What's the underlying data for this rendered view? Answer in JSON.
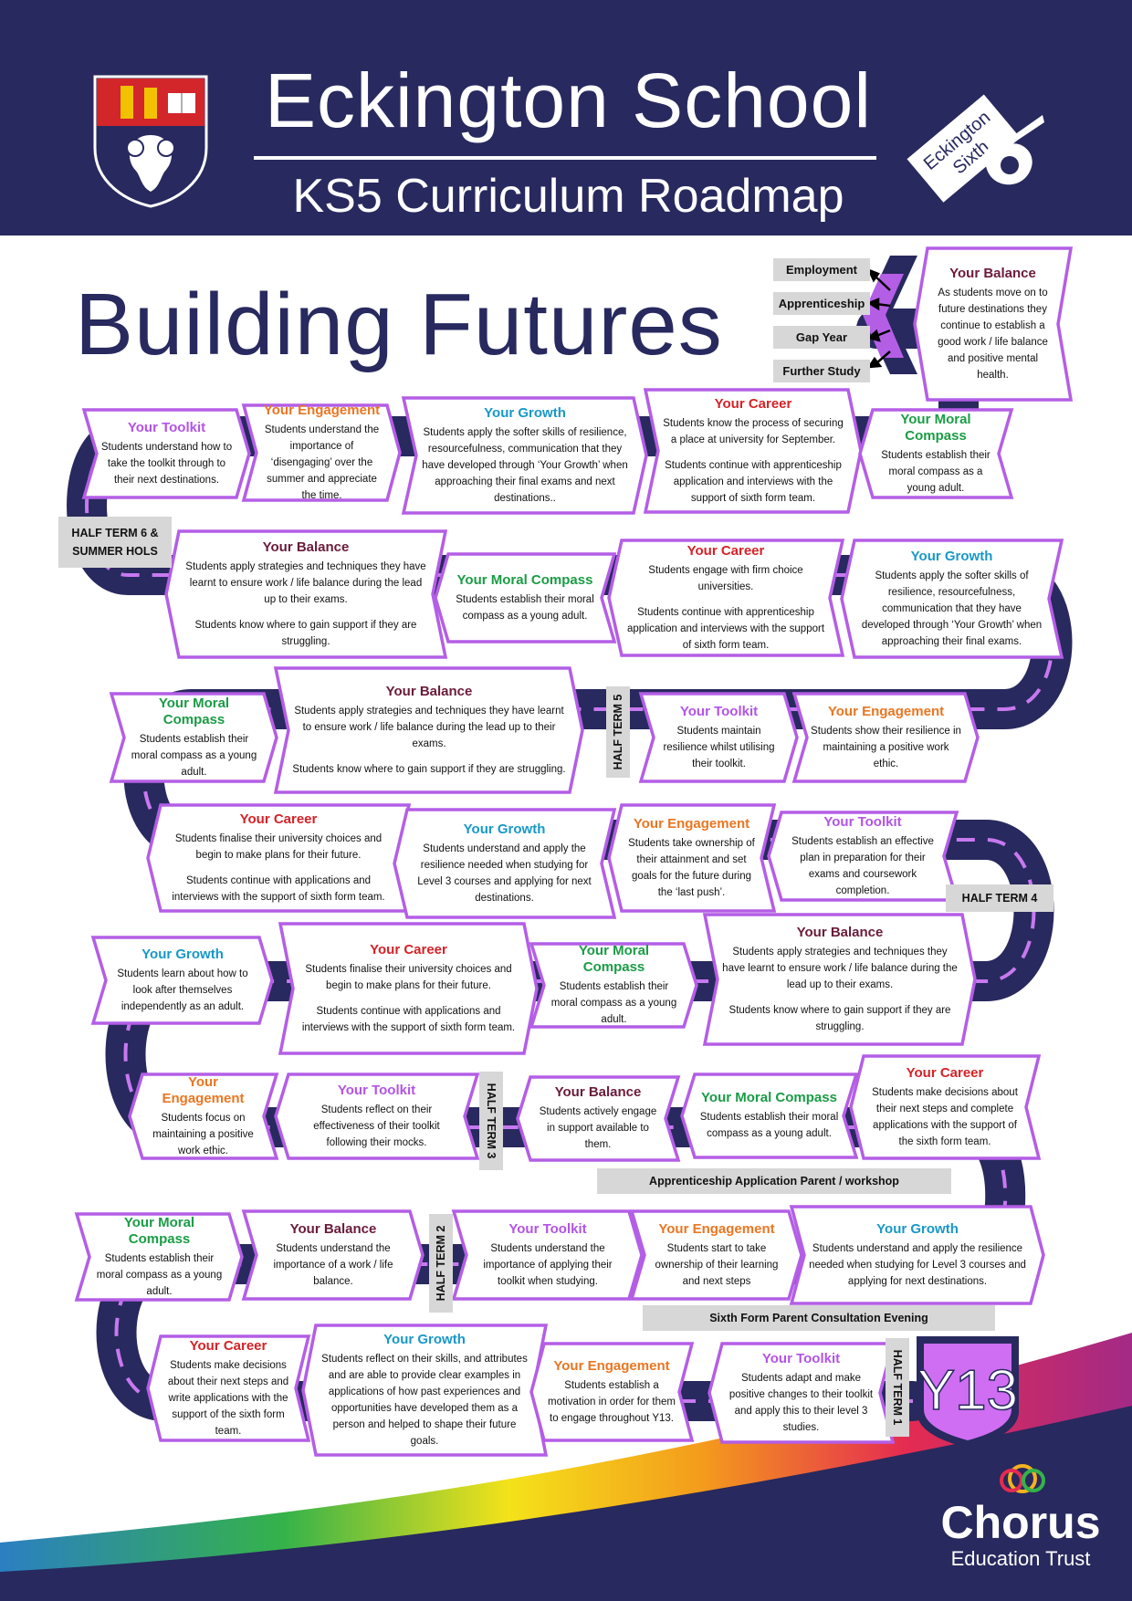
{
  "header": {
    "school_name": "Eckington School",
    "roadmap_title": "KS5 Curriculum Roadmap",
    "sixth_form_logo_text_1": "Eckington",
    "sixth_form_logo_text_2": "Sixth"
  },
  "main_title": "Building Futures",
  "destinations": [
    "Employment",
    "Apprenticeship",
    "Gap Year",
    "Further Study"
  ],
  "stages": [
    {
      "category": "balance",
      "title": "Your Balance",
      "desc": [
        "As students move on to future destinations they continue to establish a good work / life balance and positive mental health."
      ]
    },
    {
      "category": "toolkit",
      "title": "Your Toolkit",
      "desc": [
        "Students understand how to take the toolkit through to their next destinations."
      ]
    },
    {
      "category": "engagement",
      "title": "Your Engagement",
      "desc": [
        "Students understand the importance of ‘disengaging’ over the summer and appreciate the time."
      ]
    },
    {
      "category": "growth",
      "title": "Your Growth",
      "desc": [
        "Students apply the softer skills of resilience, resourcefulness, communication that they have developed through ‘Your Growth’ when approaching their final exams and next destinations.."
      ]
    },
    {
      "category": "career",
      "title": "Your Career",
      "desc": [
        "Students know the process of securing a place at university for September.",
        "Students continue with apprenticeship application and interviews with the support of sixth form team."
      ]
    },
    {
      "category": "moral",
      "title": "Your Moral Compass",
      "desc": [
        "Students establish their moral compass as a young adult."
      ]
    },
    {
      "category": "balance",
      "title": "Your Balance",
      "desc": [
        "Students apply strategies and techniques they have learnt to ensure work / life balance during the lead up to their exams.",
        "Students know where to gain support if they are struggling."
      ]
    },
    {
      "category": "moral",
      "title": "Your Moral Compass",
      "desc": [
        "Students establish their moral compass as a young adult."
      ]
    },
    {
      "category": "career",
      "title": "Your Career",
      "desc": [
        "Students engage with firm choice universities.",
        "Students continue with apprenticeship application and interviews with the support of sixth form team."
      ]
    },
    {
      "category": "growth",
      "title": "Your Growth",
      "desc": [
        "Students apply the softer skills of resilience, resourcefulness, communication that they have developed through ‘Your Growth’ when approaching their final exams."
      ]
    },
    {
      "category": "moral",
      "title": "Your Moral Compass",
      "desc": [
        "Students establish their moral compass as a young adult."
      ]
    },
    {
      "category": "balance",
      "title": "Your Balance",
      "desc": [
        "Students apply strategies and techniques they have learnt to ensure work / life balance during the lead up to their exams.",
        "Students know where to gain support if they are struggling."
      ]
    },
    {
      "category": "toolkit",
      "title": "Your Toolkit",
      "desc": [
        "Students maintain resilience whilst utilising their toolkit."
      ]
    },
    {
      "category": "engagement",
      "title": "Your Engagement",
      "desc": [
        "Students show their resilience in maintaining a positive work ethic."
      ]
    },
    {
      "category": "career",
      "title": "Your Career",
      "desc": [
        "Students finalise their university choices and begin to make plans for their future.",
        "Students continue with applications and interviews with the support of sixth form team."
      ]
    },
    {
      "category": "growth",
      "title": "Your Growth",
      "desc": [
        "Students understand and apply the resilience needed when studying for Level 3 courses and applying for next destinations."
      ]
    },
    {
      "category": "engagement",
      "title": "Your Engagement",
      "desc": [
        "Students take ownership of their attainment and set goals for the future during the ‘last push’."
      ]
    },
    {
      "category": "toolkit",
      "title": "Your Toolkit",
      "desc": [
        "Students establish an effective plan in preparation for their exams and coursework completion."
      ]
    },
    {
      "category": "growth",
      "title": "Your Growth",
      "desc": [
        "Students learn about how to look after themselves independently as an adult."
      ]
    },
    {
      "category": "career",
      "title": "Your Career",
      "desc": [
        "Students finalise their university choices and begin to make plans for their future.",
        "Students continue with applications and interviews with the support of sixth form team."
      ]
    },
    {
      "category": "moral",
      "title": "Your Moral Compass",
      "desc": [
        "Students establish their moral compass as a young adult."
      ]
    },
    {
      "category": "balance",
      "title": "Your Balance",
      "desc": [
        "Students apply strategies and techniques they have learnt to ensure work / life balance during the lead up to their exams.",
        "Students know where to gain support if they are struggling."
      ]
    },
    {
      "category": "engagement",
      "title": "Your Engagement",
      "desc": [
        "Students focus on maintaining a positive work ethic."
      ]
    },
    {
      "category": "toolkit",
      "title": "Your Toolkit",
      "desc": [
        "Students reflect on their effectiveness of their toolkit following their mocks."
      ]
    },
    {
      "category": "balance",
      "title": "Your Balance",
      "desc": [
        "Students actively engage in support available to them."
      ]
    },
    {
      "category": "moral",
      "title": "Your Moral Compass",
      "desc": [
        "Students establish their moral compass as a young adult."
      ]
    },
    {
      "category": "career",
      "title": "Your Career",
      "desc": [
        "Students make decisions about their next steps and complete applications with the support of the sixth form team."
      ]
    },
    {
      "category": "moral",
      "title": "Your Moral Compass",
      "desc": [
        "Students establish their moral compass as a young adult."
      ]
    },
    {
      "category": "balance",
      "title": "Your Balance",
      "desc": [
        "Students understand the importance of a work / life balance."
      ]
    },
    {
      "category": "toolkit",
      "title": "Your Toolkit",
      "desc": [
        "Students understand the importance of applying their toolkit when studying."
      ]
    },
    {
      "category": "engagement",
      "title": "Your Engagement",
      "desc": [
        "Students start to take ownership of their learning and next steps"
      ]
    },
    {
      "category": "growth",
      "title": "Your Growth",
      "desc": [
        "Students understand and apply the resilience needed when studying for Level 3 courses and applying for next destinations."
      ]
    },
    {
      "category": "career",
      "title": "Your Career",
      "desc": [
        "Students make decisions about their next steps and write applications with the support of the sixth form team."
      ]
    },
    {
      "category": "growth",
      "title": "Your Growth",
      "desc": [
        "Students reflect on their skills, and attributes and are able to provide clear examples in applications of how past experiences and opportunities have developed them as a person and helped to shape their future goals."
      ]
    },
    {
      "category": "engagement",
      "title": "Your Engagement",
      "desc": [
        "Students establish a motivation in order for them to engage throughout Y13."
      ]
    },
    {
      "category": "toolkit",
      "title": "Your Toolkit",
      "desc": [
        "Students adapt and make positive changes to their toolkit and apply this to their level 3 studies."
      ]
    }
  ],
  "labels": {
    "half_term_6": "HALF TERM 6 & SUMMER HOLS",
    "half_term_5": "HALF TERM 5",
    "half_term_4": "HALF TERM 4",
    "half_term_3": "HALF TERM 3",
    "half_term_2": "HALF TERM 2",
    "half_term_1": "HALF TERM 1",
    "apprenticeship_event": "Apprenticeship Application Parent / workshop",
    "consultation_event": "Sixth Form Parent Consultation Evening"
  },
  "year_badge": "Y13",
  "footer": {
    "trust_name": "Chorus",
    "trust_sub": "Education Trust"
  },
  "colors": {
    "navy": "#28295e",
    "purple": "#b45ee6",
    "toolkit": "#b254e6",
    "engagement": "#ea7622",
    "growth": "#1898c8",
    "career": "#d52227",
    "moral": "#1a9c45",
    "balance": "#6a1b3b"
  }
}
